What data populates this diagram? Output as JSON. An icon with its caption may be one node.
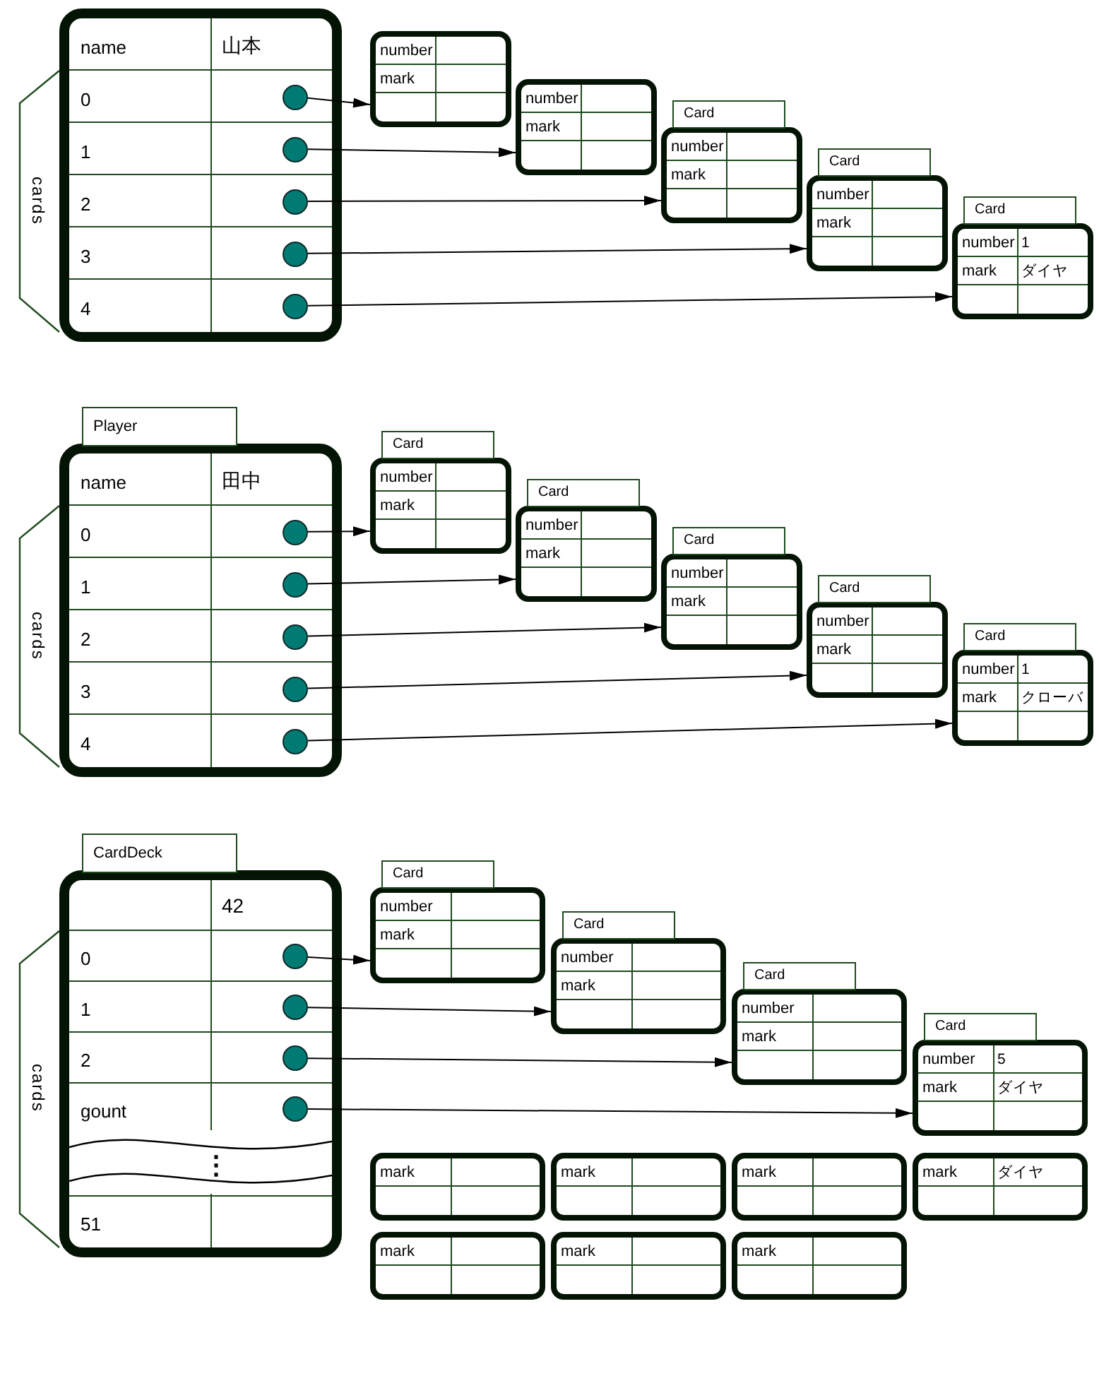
{
  "diagram": {
    "nodes": [
      {
        "text": [
          "name",
          "山本",
          "0",
          "1",
          "2",
          "3",
          "4"
        ]
      },
      {
        "text": [],
        "shape": "circle",
        "in": 0
      },
      {
        "text": [],
        "shape": "circle",
        "in": 0
      },
      {
        "text": [],
        "shape": "circle",
        "in": 0
      },
      {
        "text": [],
        "shape": "circle",
        "in": 0
      },
      {
        "text": [],
        "shape": "circle",
        "in": 0
      },
      {
        "text": [
          "number",
          "mark"
        ]
      },
      {
        "text": [
          "number",
          "mark"
        ]
      },
      {
        "text": [
          "Card",
          "number",
          "mark"
        ]
      },
      {
        "text": [
          "Card",
          "number",
          "mark"
        ]
      },
      {
        "text": [
          "Card",
          "number",
          "1",
          "mark",
          "ダイヤ"
        ]
      },
      {
        "text": [
          "Player",
          "name",
          "田中",
          "0",
          "1",
          "2",
          "3",
          "4"
        ]
      },
      {
        "text": [],
        "shape": "circle",
        "in": 11
      },
      {
        "text": [],
        "shape": "circle",
        "in": 11
      },
      {
        "text": [],
        "shape": "circle",
        "in": 11
      },
      {
        "text": [],
        "shape": "circle",
        "in": 11
      },
      {
        "text": [],
        "shape": "circle",
        "in": 11
      },
      {
        "text": [
          "Card",
          "number",
          "mark"
        ]
      },
      {
        "text": [
          "Card",
          "number",
          "mark"
        ]
      },
      {
        "text": [
          "Card",
          "number",
          "mark"
        ]
      },
      {
        "text": [
          "Card",
          "number",
          "mark"
        ]
      },
      {
        "text": [
          "Card",
          "number",
          "1",
          "mark",
          "クローバ"
        ]
      },
      {
        "text": [
          "CardDeck",
          "42",
          "0",
          "1",
          "2",
          "gount",
          "⋮",
          "51"
        ]
      },
      {
        "text": [],
        "shape": "circle",
        "in": 22
      },
      {
        "text": [],
        "shape": "circle",
        "in": 22
      },
      {
        "text": [],
        "shape": "circle",
        "in": 22
      },
      {
        "text": [],
        "shape": "circle",
        "in": 22
      },
      {
        "text": [
          "Card",
          "number",
          "mark"
        ]
      },
      {
        "text": [
          "Card",
          "number",
          "mark"
        ]
      },
      {
        "text": [
          "Card",
          "number",
          "mark"
        ]
      },
      {
        "text": [
          "Card",
          "number",
          "5",
          "mark",
          "ダイヤ"
        ]
      },
      {
        "text": [
          "mark"
        ]
      },
      {
        "text": [
          "mark"
        ]
      },
      {
        "text": [
          "mark"
        ]
      },
      {
        "text": [
          "mark",
          "ダイヤ"
        ]
      },
      {
        "text": [
          "mark"
        ]
      },
      {
        "text": [
          "mark"
        ]
      },
      {
        "text": [
          "mark"
        ]
      }
    ],
    "edges": [
      {
        "from": 1,
        "to": 6,
        "arrow": "to"
      },
      {
        "from": 2,
        "to": 7,
        "arrow": "to"
      },
      {
        "from": 3,
        "to": 8,
        "arrow": "to"
      },
      {
        "from": 4,
        "to": 9,
        "arrow": "to"
      },
      {
        "from": 5,
        "to": 10,
        "arrow": "to"
      },
      {
        "from": 12,
        "to": 17,
        "arrow": "to"
      },
      {
        "from": 13,
        "to": 18,
        "arrow": "to"
      },
      {
        "from": 14,
        "to": 19,
        "arrow": "to"
      },
      {
        "from": 15,
        "to": 20,
        "arrow": "to"
      },
      {
        "from": 16,
        "to": 21,
        "arrow": "to"
      },
      {
        "from": 23,
        "to": 27,
        "arrow": "to"
      },
      {
        "from": 24,
        "to": 28,
        "arrow": "to"
      },
      {
        "from": 25,
        "to": 29,
        "arrow": "to"
      },
      {
        "from": 26,
        "to": 30,
        "arrow": "to"
      }
    ],
    "labels": [
      "cards",
      "cards",
      "cards"
    ]
  }
}
